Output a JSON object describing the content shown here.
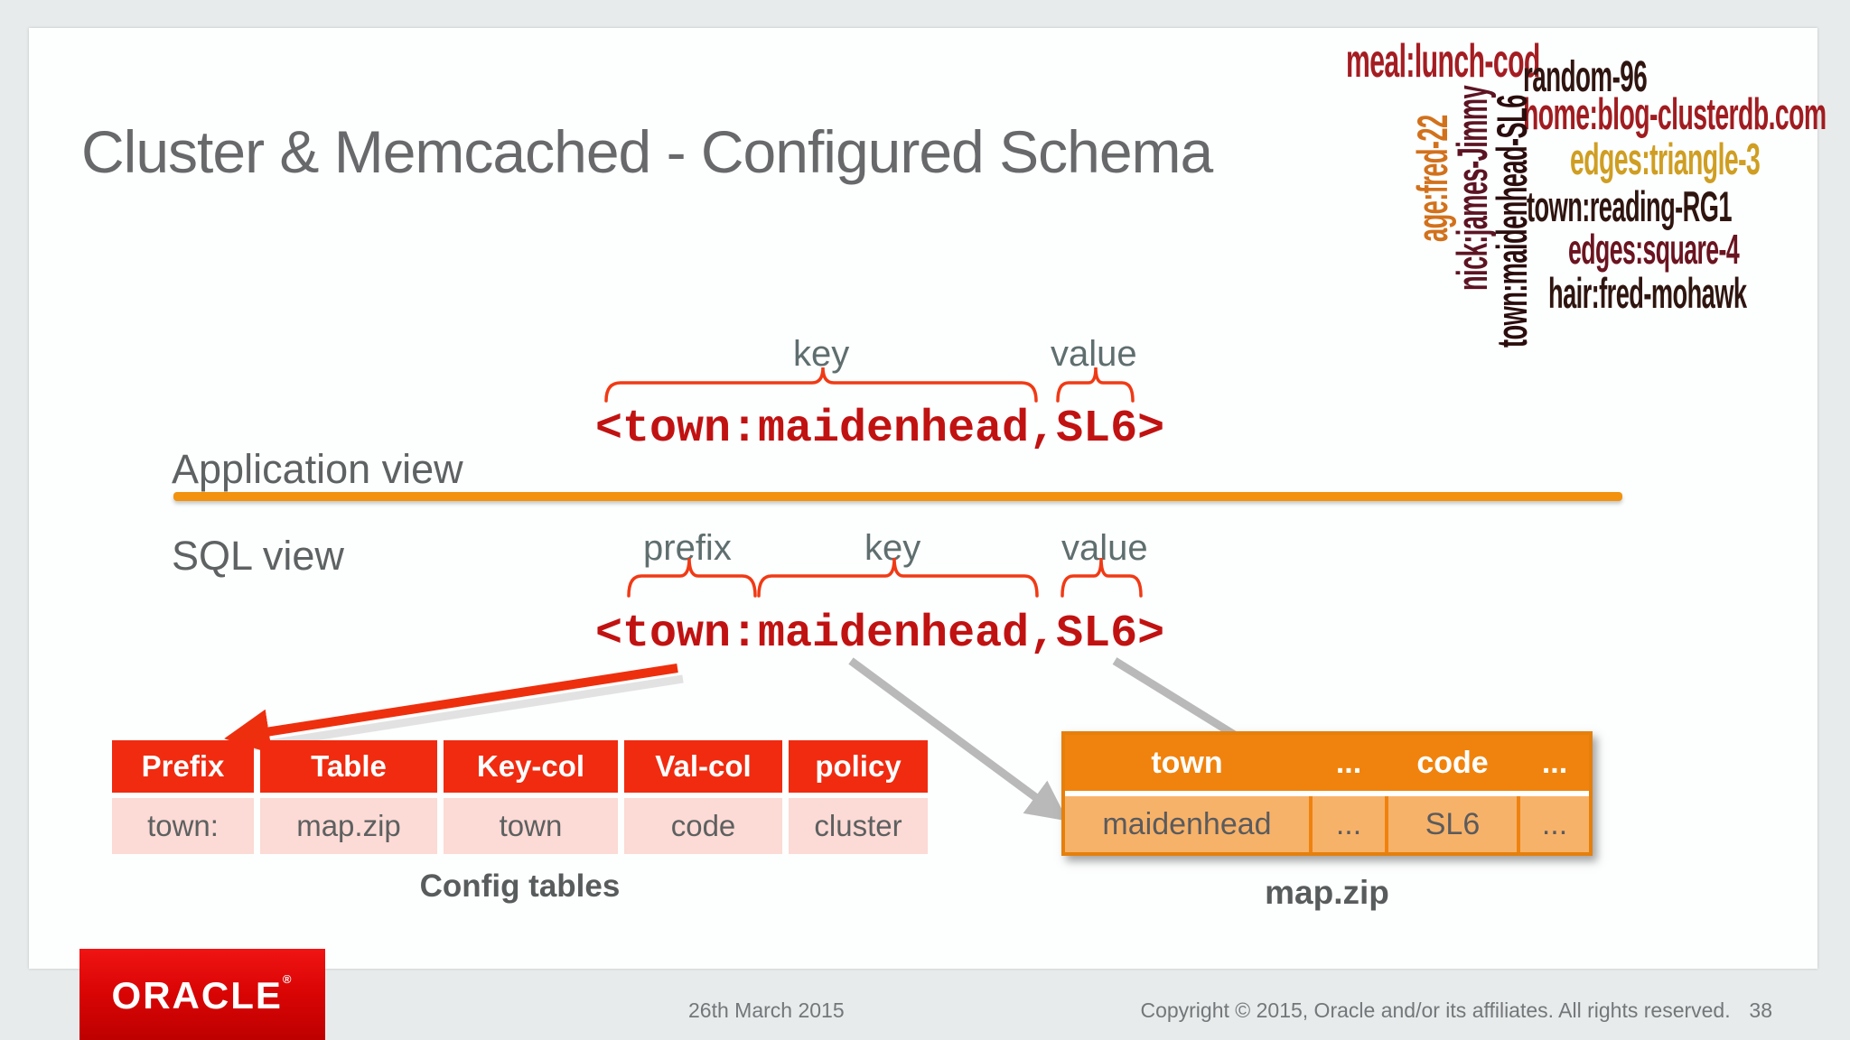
{
  "slide": {
    "title": "Cluster & Memcached - Configured Schema",
    "date": "26th March 2015",
    "copyright": "Copyright © 2015, Oracle and/or its affiliates. All rights reserved.",
    "page_number": "38",
    "logo_text": "ORACLE",
    "logo_registered_mark": "®",
    "accent_red": "#EE3210",
    "accent_orange": "#F2920F",
    "code_red": "#C11212",
    "gray_arrow_color": "#B9B9B9"
  },
  "wordcloud": {
    "items": [
      {
        "text": "meal:lunch-cod",
        "color": "#A41D22",
        "orientation": "horizontal"
      },
      {
        "text": "random-96",
        "color": "#2F1510",
        "orientation": "horizontal"
      },
      {
        "text": "home:blog-clusterdb.com",
        "color": "#A01C20",
        "orientation": "horizontal"
      },
      {
        "text": "edges:triangle-3",
        "color": "#CF9E22",
        "orientation": "horizontal"
      },
      {
        "text": "town:reading-RG1",
        "color": "#2F1510",
        "orientation": "horizontal"
      },
      {
        "text": "edges:square-4",
        "color": "#6A1420",
        "orientation": "horizontal"
      },
      {
        "text": "hair:fred-mohawk",
        "color": "#2F1510",
        "orientation": "horizontal"
      },
      {
        "text": "age:fred-22",
        "color": "#D2711C",
        "orientation": "vertical"
      },
      {
        "text": "nick:james-Jimmy",
        "color": "#5C1423",
        "orientation": "vertical"
      },
      {
        "text": "town:maidenhead-SL6",
        "color": "#2B0D0D",
        "orientation": "vertical"
      }
    ]
  },
  "application_view": {
    "label": "Application view",
    "annotations": {
      "key": "key",
      "value": "value"
    },
    "code": "<town:maidenhead,SL6>"
  },
  "sql_view": {
    "label": "SQL view",
    "annotations": {
      "prefix": "prefix",
      "key": "key",
      "value": "value"
    },
    "code": "<town:maidenhead,SL6>"
  },
  "config_table": {
    "caption": "Config tables",
    "header_bg": "#F02B10",
    "row_bg": "#FCDAD5",
    "headers": [
      "Prefix",
      "Table",
      "Key-col",
      "Val-col",
      "policy"
    ],
    "rows": [
      [
        "town:",
        "map.zip",
        "town",
        "code",
        "cluster"
      ]
    ]
  },
  "map_table": {
    "caption": "map.zip",
    "header_bg": "#F0830D",
    "row_bg": "#F7B269",
    "separator_bg": "#EF820F",
    "headers": [
      "town",
      "...",
      "code",
      "..."
    ],
    "rows": [
      [
        "maidenhead",
        "...",
        "SL6",
        "..."
      ]
    ]
  }
}
